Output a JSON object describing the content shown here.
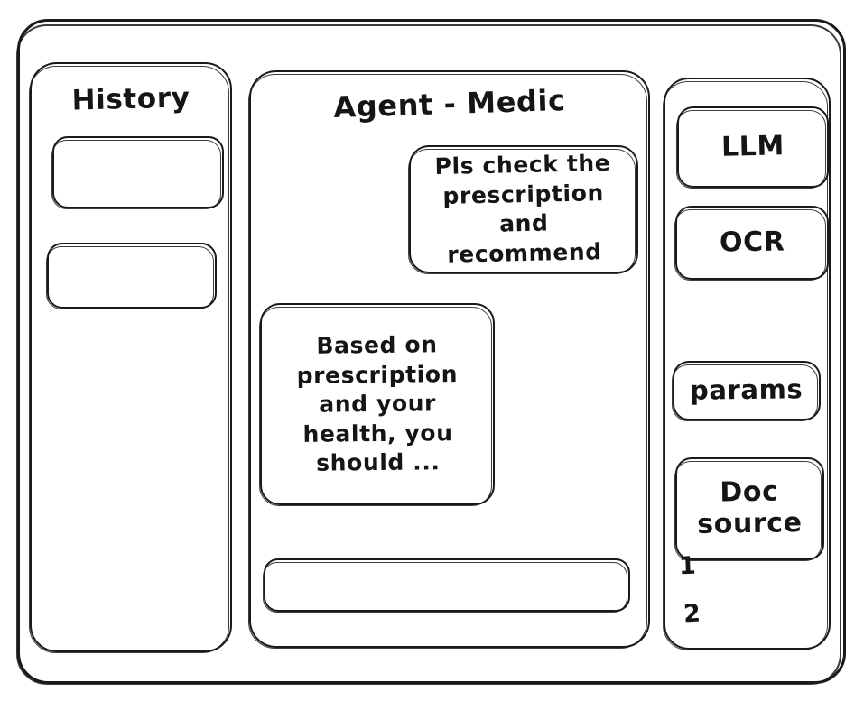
{
  "window": {
    "name": "agent-wireframe-window"
  },
  "history_panel": {
    "title": "History",
    "items": [
      {
        "label": ""
      },
      {
        "label": ""
      }
    ]
  },
  "agent_panel": {
    "title": "Agent - Medic",
    "messages": [
      {
        "role": "user",
        "text": "Pls check the\nprescription\nand recommend"
      },
      {
        "role": "agent",
        "text": "Based on\nprescription\nand your\nhealth, you\nshould ..."
      }
    ],
    "composer": {
      "value": "",
      "placeholder": ""
    }
  },
  "tools_panel": {
    "buttons": [
      {
        "label": "LLM"
      },
      {
        "label": "OCR"
      },
      {
        "label": "params"
      },
      {
        "label": "Doc\nsource"
      }
    ],
    "doc_source_list": [
      {
        "marker": "1"
      },
      {
        "marker": "2"
      }
    ]
  },
  "colors": {
    "stroke": "#1a1a1a",
    "background": "#ffffff",
    "text": "#151515"
  }
}
